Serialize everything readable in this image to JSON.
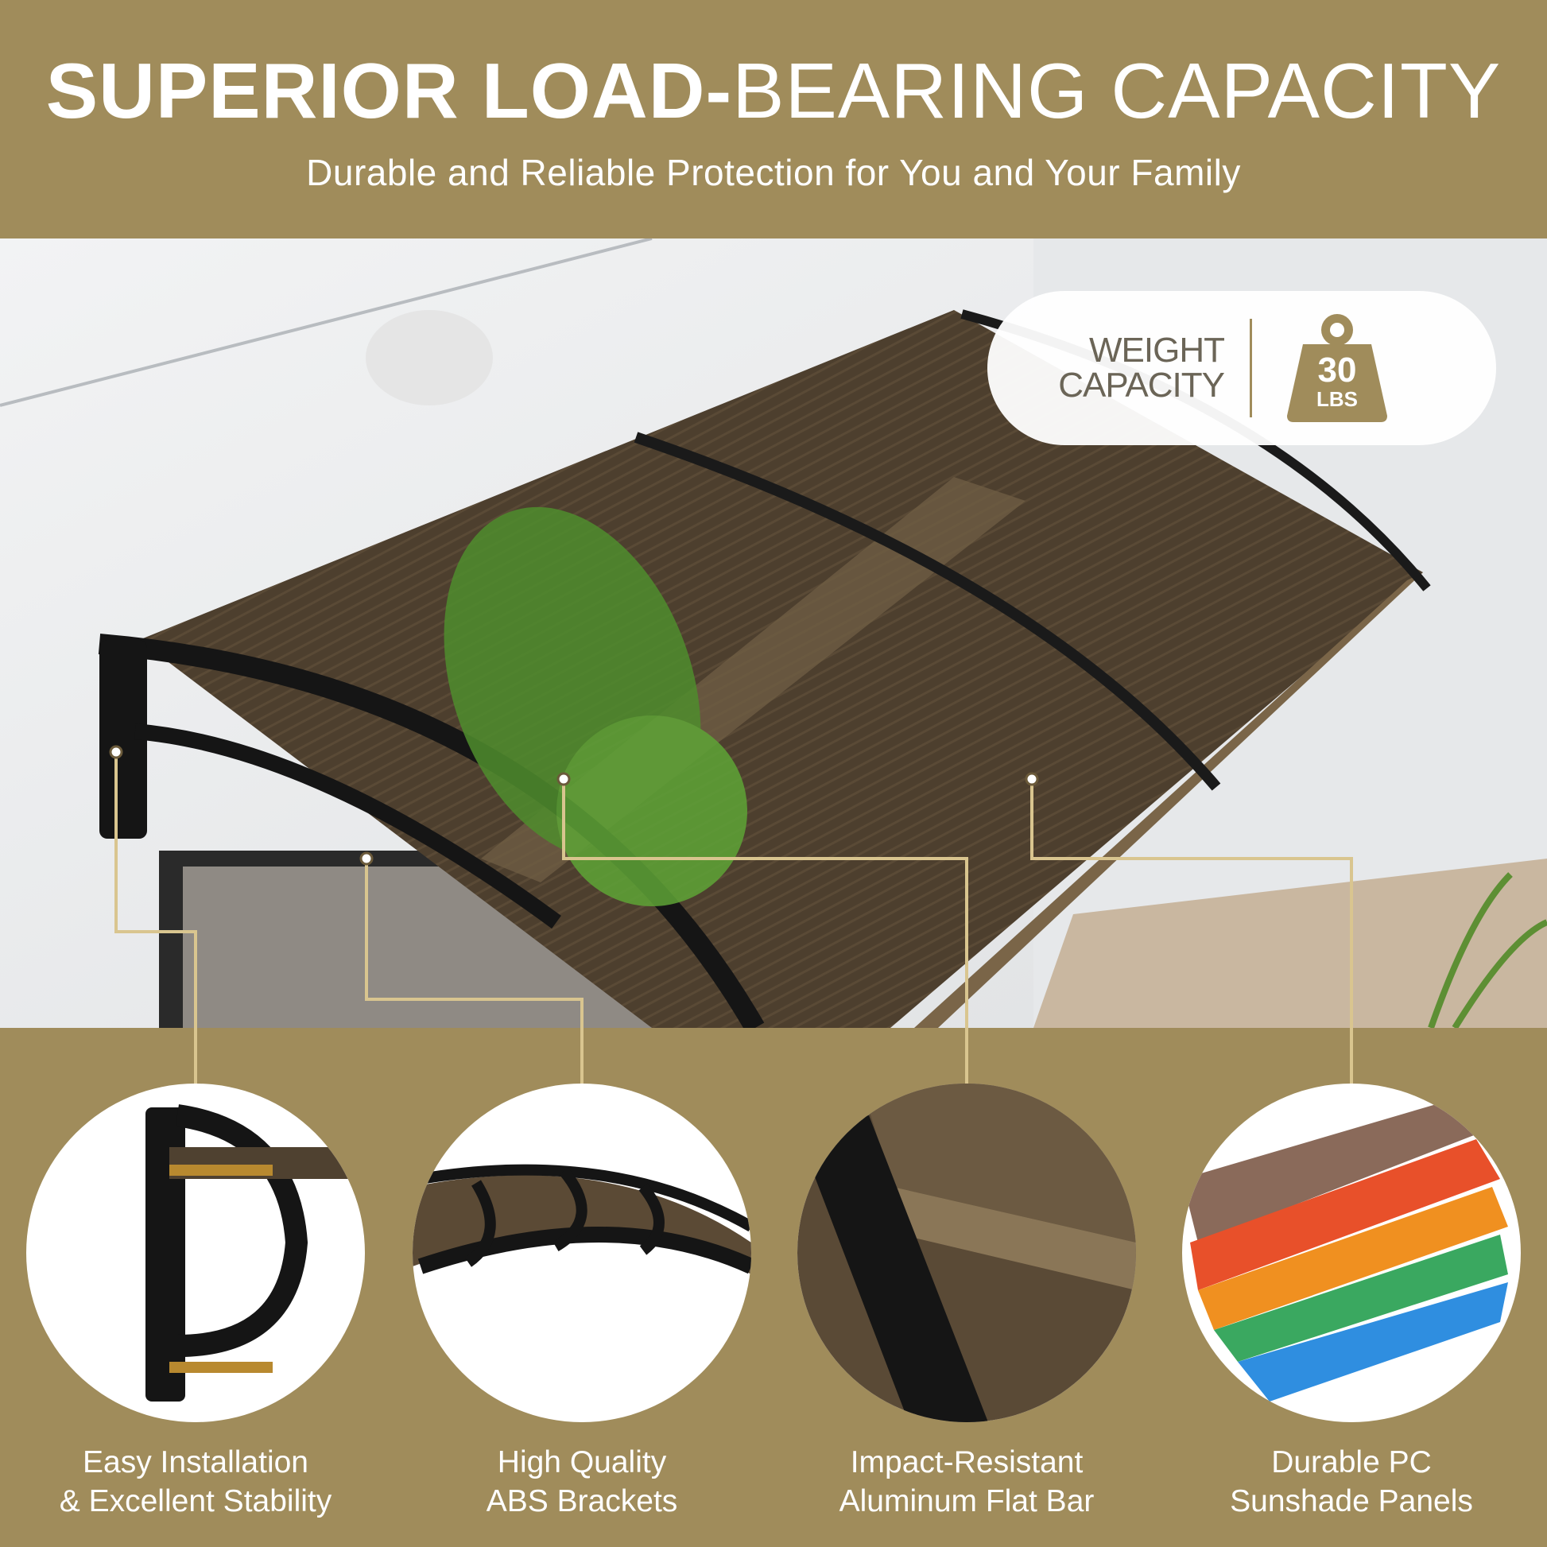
{
  "header": {
    "title_bold": "SUPERIOR LOAD-",
    "title_light": "BEARING CAPACITY",
    "subtitle": "Durable and Reliable Protection for You and Your Family"
  },
  "badge": {
    "line1": "WEIGHT",
    "line2": "CAPACITY",
    "value": "30",
    "unit": "LBS",
    "icon": "weight-icon"
  },
  "features": [
    {
      "line1": "Easy Installation",
      "line2": "& Excellent Stability"
    },
    {
      "line1": "High Quality",
      "line2": "ABS Brackets"
    },
    {
      "line1": "Impact-Resistant",
      "line2": "Aluminum Flat Bar"
    },
    {
      "line1": "Durable PC",
      "line2": "Sunshade Panels"
    }
  ],
  "colors": {
    "brand": "#a08c5b",
    "leader": "#d9c58f",
    "panel": "#4f4130",
    "bracket": "#1a1a1a"
  }
}
